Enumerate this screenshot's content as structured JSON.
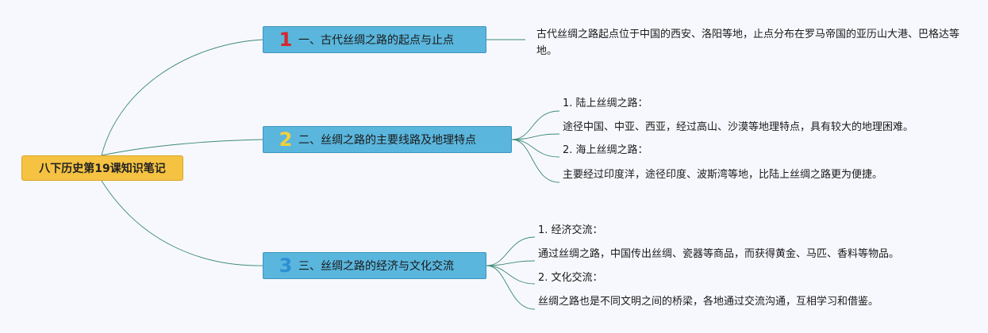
{
  "root": "八下历史第19课知识笔记",
  "topics": [
    {
      "number": "1",
      "label": "一、古代丝绸之路的起点与止点",
      "description": "古代丝绸之路起点位于中国的西安、洛阳等地，止点分布在罗马帝国的亚历山大港、巴格达等地。"
    },
    {
      "number": "2",
      "label": "二、丝绸之路的主要线路及地理特点",
      "items": [
        "1. 陆上丝绸之路：",
        "途径中国、中亚、西亚，经过高山、沙漠等地理特点，具有较大的地理困难。",
        "2. 海上丝绸之路：",
        "主要经过印度洋，途径印度、波斯湾等地，比陆上丝绸之路更为便捷。"
      ]
    },
    {
      "number": "3",
      "label": "三、丝绸之路的经济与文化交流",
      "items": [
        "1. 经济交流：",
        "通过丝绸之路，中国传出丝绸、瓷器等商品，而获得黄金、马匹、香料等物品。",
        "2. 文化交流：",
        "丝绸之路也是不同文明之间的桥梁，各地通过交流沟通，互相学习和借鉴。"
      ]
    }
  ],
  "colors": {
    "background": "#f7f8fd",
    "root_fill": "#f5c242",
    "topic_fill": "#5ab6dd",
    "connector": "#3b8a78",
    "number_1": "#d7262c",
    "number_2": "#f4d039",
    "number_3": "#2d8fd4"
  }
}
